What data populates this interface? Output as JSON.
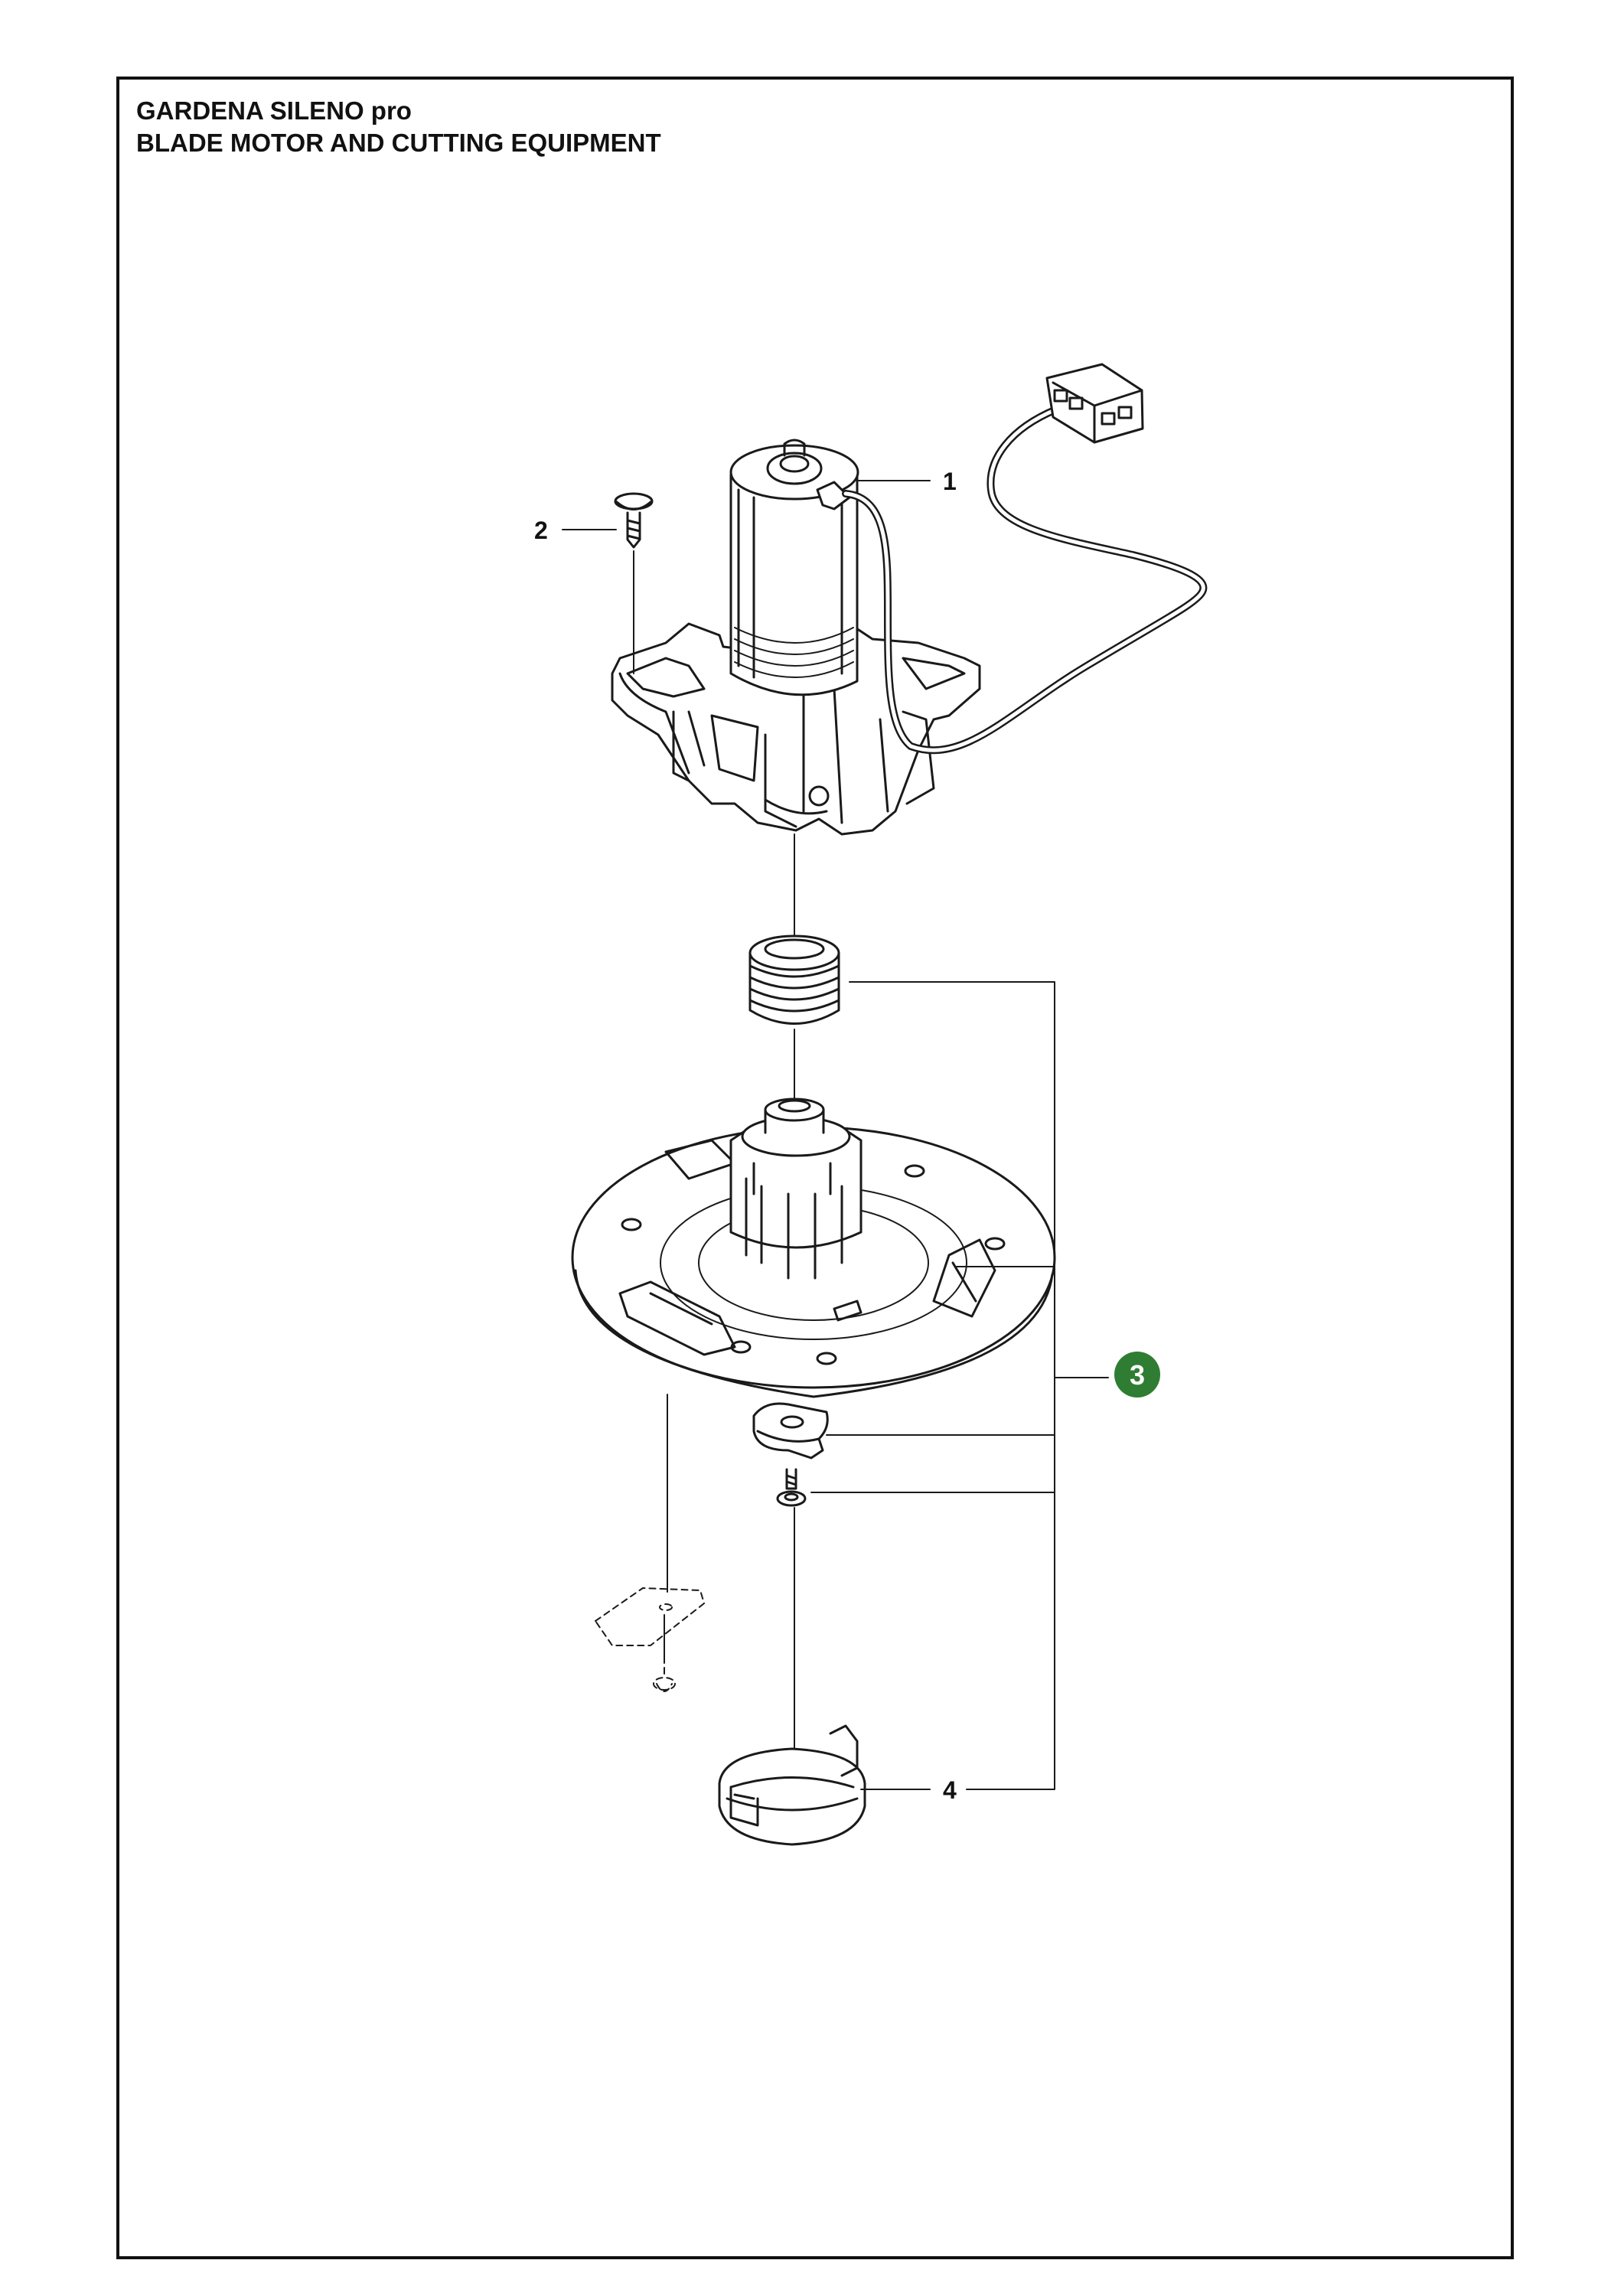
{
  "title": {
    "line1": "GARDENA SILENO pro",
    "line2": "BLADE MOTOR AND CUTTING EQUIPMENT"
  },
  "callouts": {
    "motor": "1",
    "screw": "2",
    "assembly": "3",
    "cover": "4"
  },
  "colors": {
    "line": "#1a1a1a",
    "badge": "#2e7d32",
    "badge_text": "#ffffff",
    "frame": "#111111"
  }
}
